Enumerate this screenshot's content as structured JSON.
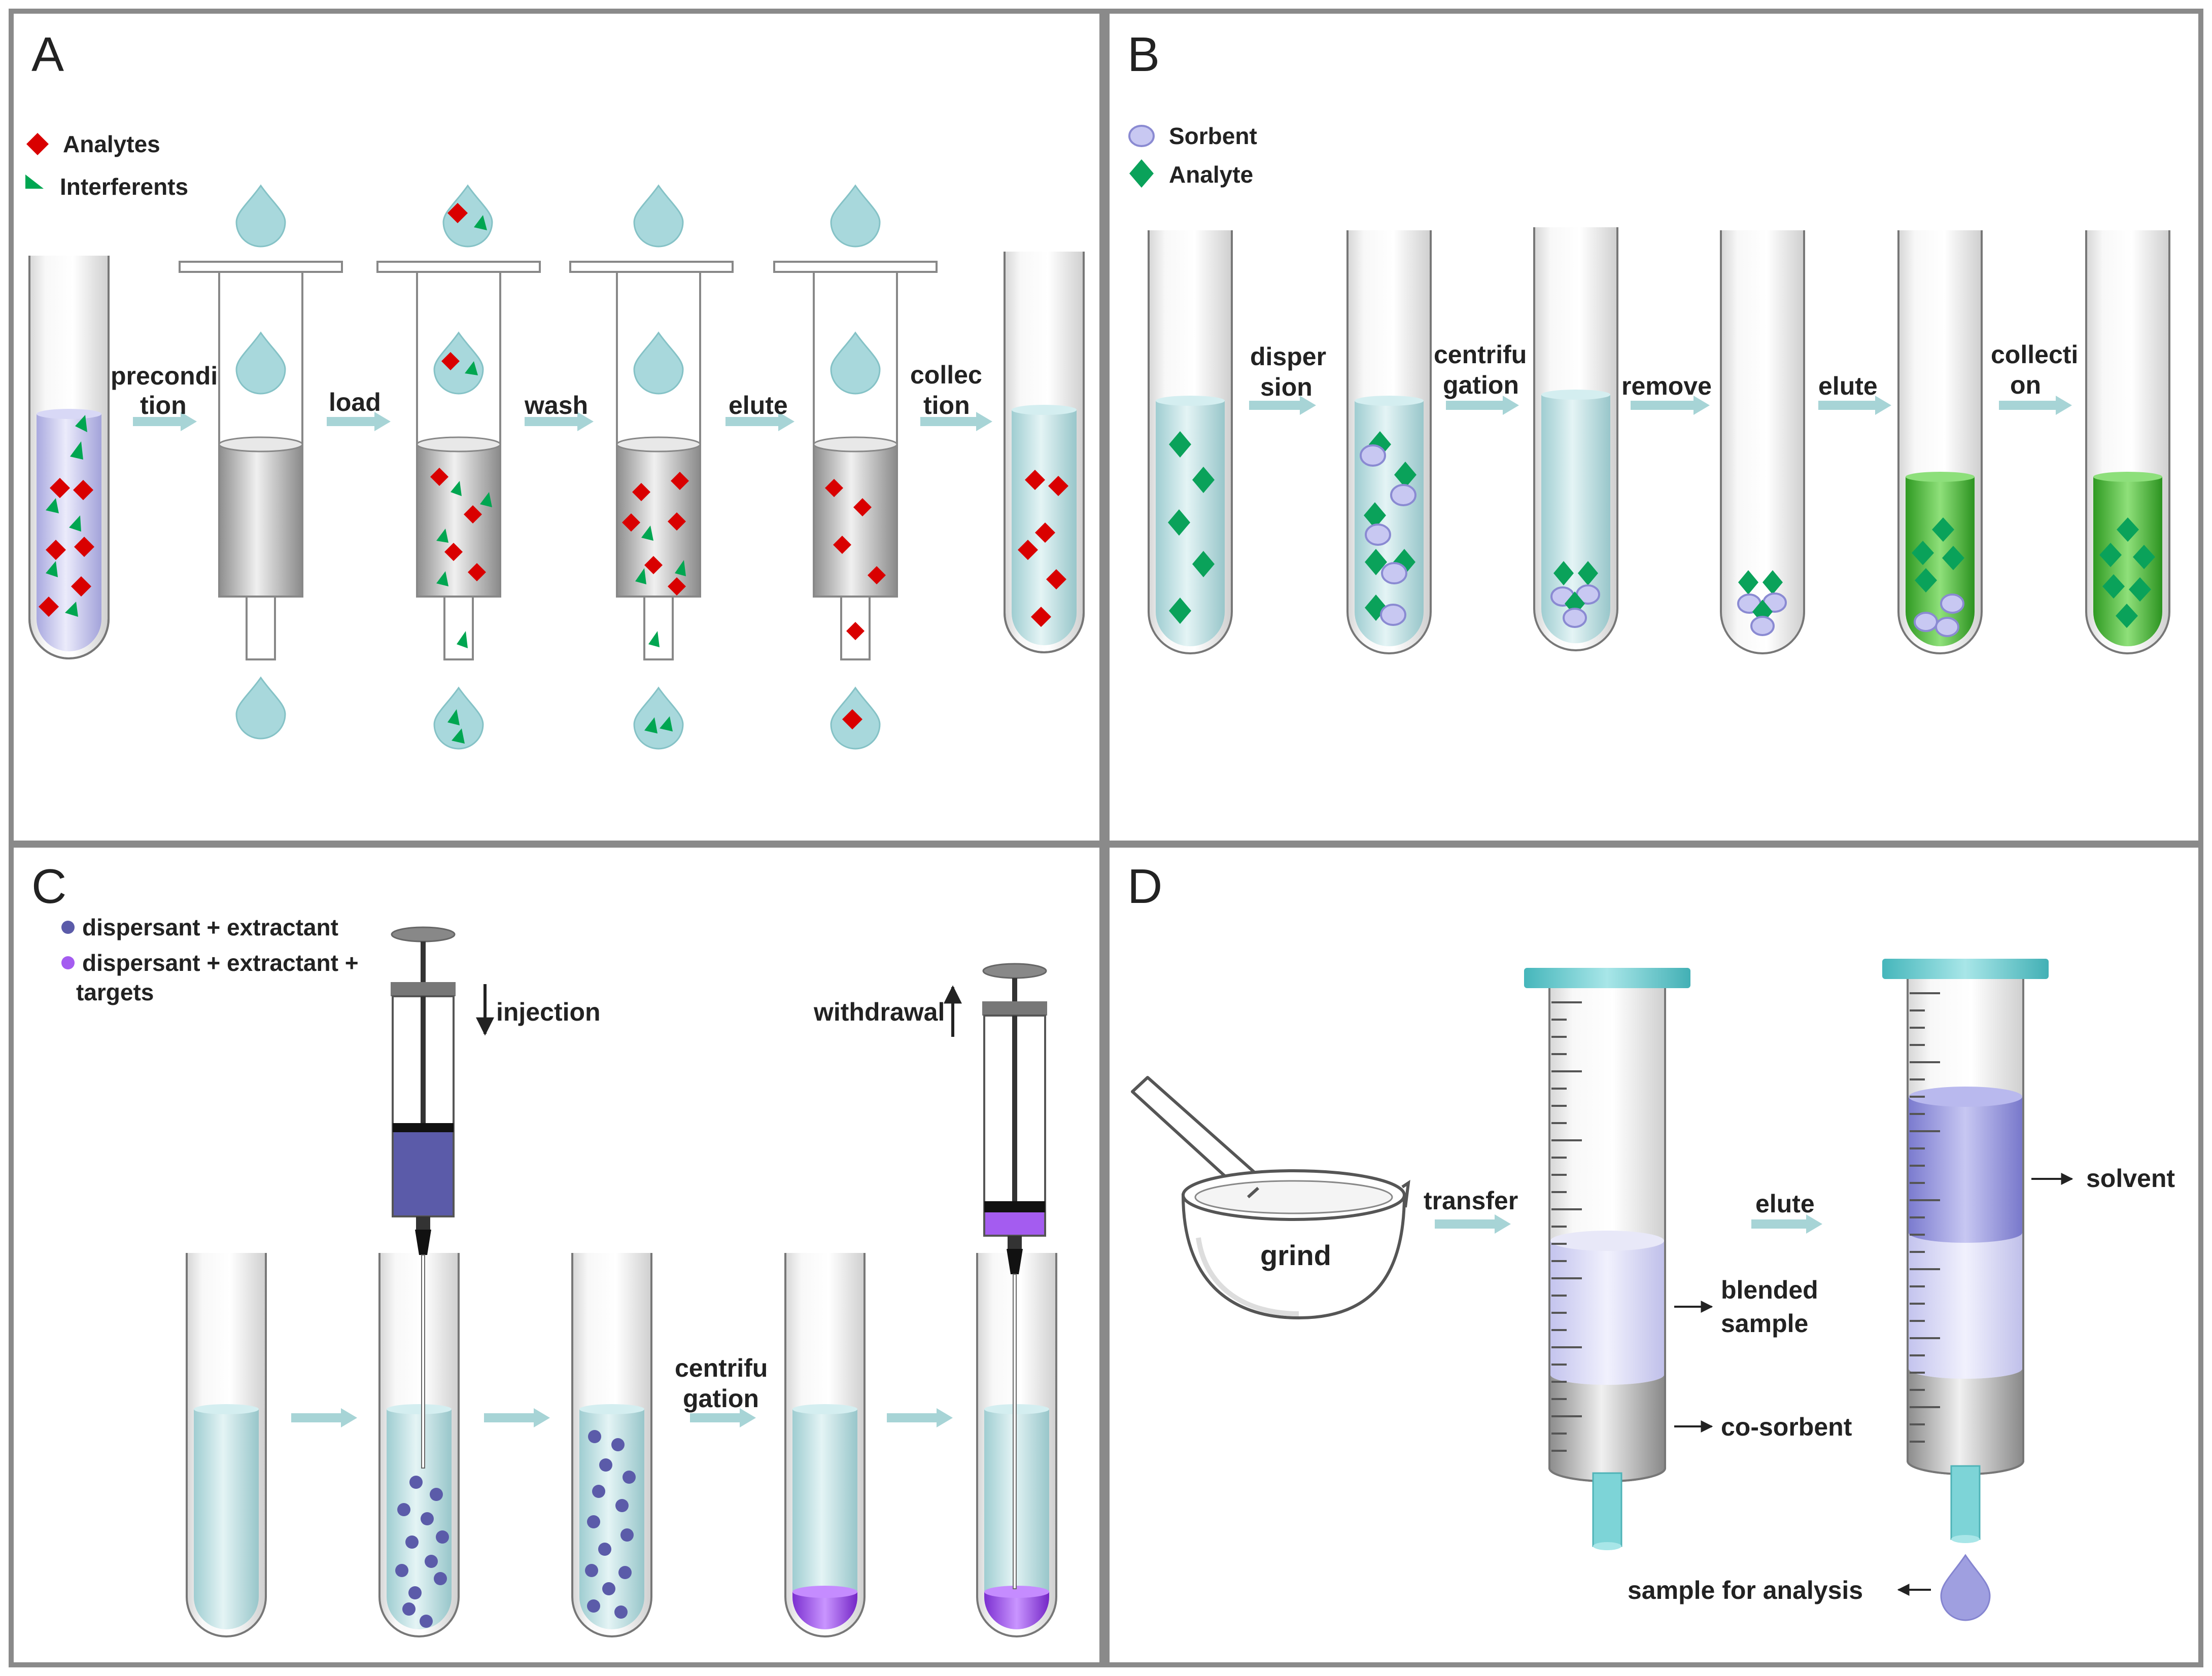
{
  "panels": {
    "a": {
      "letter": "A",
      "legend": {
        "analytes": "Analytes",
        "interferents": "Interferents"
      },
      "steps": {
        "precondition": [
          "precondi",
          "tion"
        ],
        "load": "load",
        "wash": "wash",
        "elute": "elute",
        "collection": [
          "collec",
          "tion"
        ]
      }
    },
    "b": {
      "letter": "B",
      "legend": {
        "sorbent": "Sorbent",
        "analyte": "Analyte"
      },
      "steps": {
        "dispersion": [
          "disper",
          "sion"
        ],
        "centrifugation": [
          "centrifu",
          "gation"
        ],
        "remove": "remove",
        "elute": "elute",
        "collection": [
          "collecti",
          "on"
        ]
      }
    },
    "c": {
      "letter": "C",
      "legend": {
        "dispersant": "dispersant + extractant",
        "targets": [
          "dispersant + extractant +",
          "targets"
        ]
      },
      "steps": {
        "injection": "injection",
        "withdrawal": "withdrawal",
        "centrifugation": [
          "centrifu",
          "gation"
        ]
      }
    },
    "d": {
      "letter": "D",
      "labels": {
        "grind": "grind",
        "transfer": "transfer",
        "elute": "elute",
        "blended_sample": [
          "blended",
          "sample"
        ],
        "co_sorbent": "co-sorbent",
        "solvent": "solvent",
        "sample_for_analysis": "sample for analysis"
      }
    }
  },
  "colors": {
    "analyte_red": "#d90000",
    "interferent_green": "#00a651",
    "analyte_green": "#0aa25a",
    "liquid": "#bfe3e6",
    "arrow": "#a7d4d6",
    "sorbent": "#c8c8f2",
    "dispersant": "#5b5ba9",
    "target": "#a45cf0",
    "eluate_green": "#4cbf3a",
    "solvent_blue": "#8f8fd8",
    "blend": "#d9d9f5",
    "cap": "#6ccbcf",
    "frame": "#8a8a8a"
  }
}
